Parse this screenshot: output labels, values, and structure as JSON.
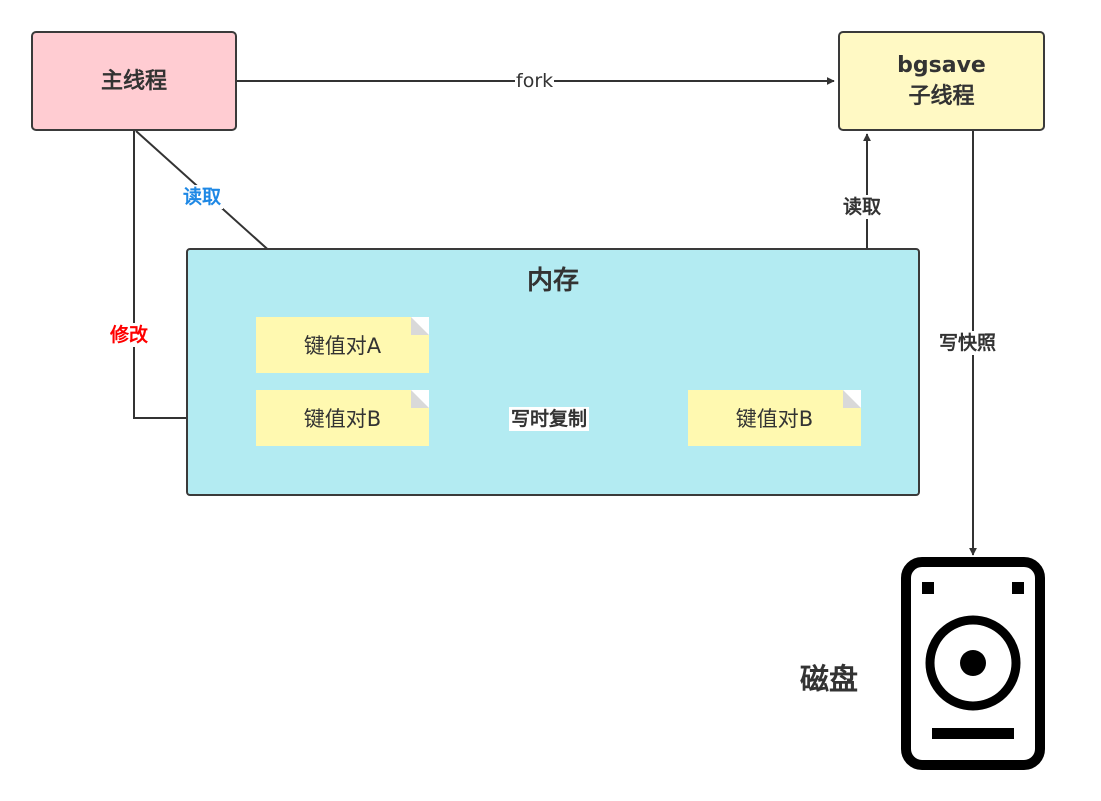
{
  "nodes": {
    "main_thread": "主线程",
    "bgsave_line1": "bgsave",
    "bgsave_line2": "子线程",
    "memory": "内存",
    "kv_a": "键值对A",
    "kv_b": "键值对B",
    "kv_b_copy": "键值对B",
    "disk": "磁盘"
  },
  "edges": {
    "fork": "fork",
    "main_read": "读取",
    "main_modify": "修改",
    "copy_on_write": "写时复制",
    "child_read": "读取",
    "write_snapshot": "写快照"
  },
  "colors": {
    "main_thread_fill": "#ffccd2",
    "bgsave_fill": "#fff9c4",
    "memory_fill": "#b3ebf2",
    "note_fill": "#fff9b0",
    "read_label": "#1e88e5",
    "modify_label": "#ff0000",
    "line": "#333333"
  },
  "icons": {
    "disk": "speaker-disk-icon"
  }
}
